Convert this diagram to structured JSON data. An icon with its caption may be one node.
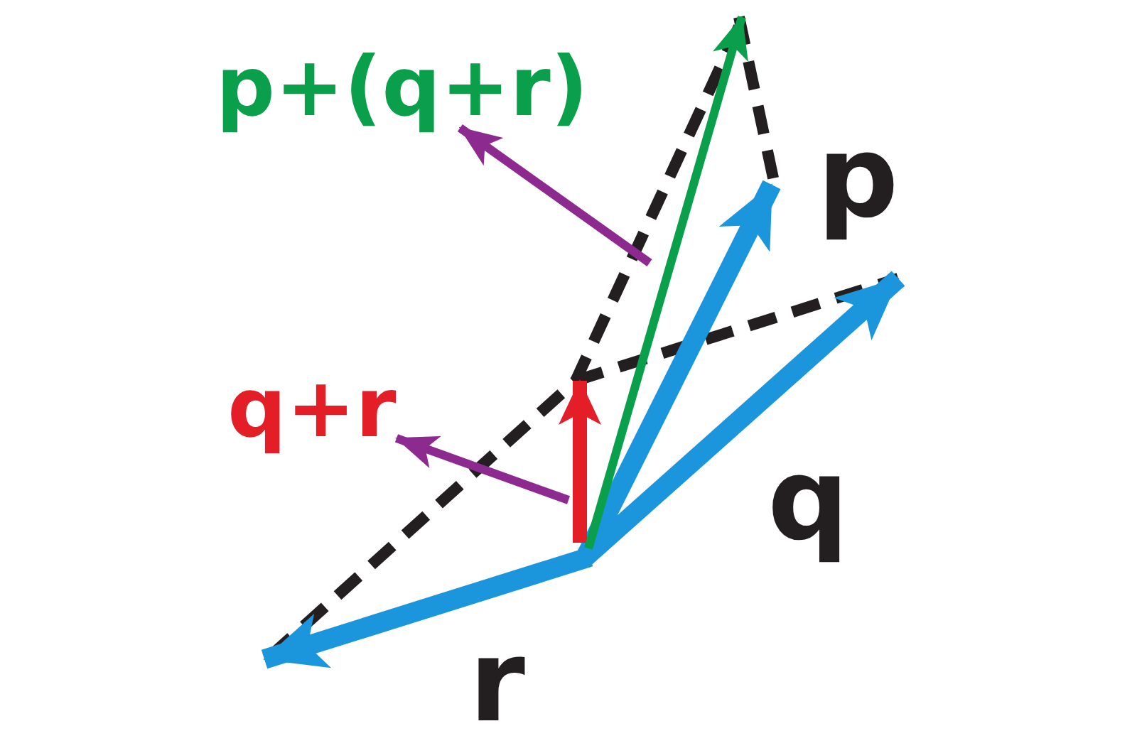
{
  "diagram": {
    "nodes": [
      {
        "text": [
          "p+(q+r)"
        ]
      },
      {
        "text": [
          "q+r"
        ]
      }
    ],
    "edges": [
      {
        "from": null,
        "to": 0,
        "arrow": "to"
      },
      {
        "from": null,
        "to": 1,
        "arrow": "to"
      }
    ],
    "labels": [
      "p",
      "q",
      "r"
    ]
  }
}
